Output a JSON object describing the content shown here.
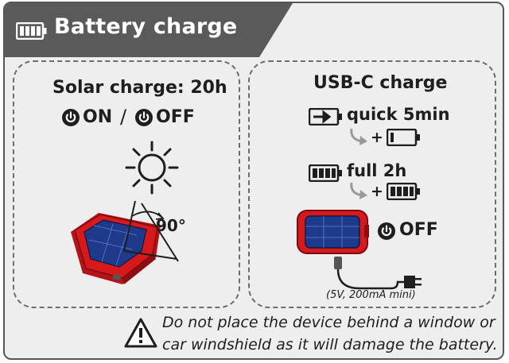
{
  "header": {
    "title": "Battery charge",
    "icon": "battery-icon",
    "colors": {
      "background": "#5a5a5a",
      "text": "#ffffff"
    }
  },
  "solar": {
    "title": "Solar charge: 20h",
    "on_label": "ON",
    "separator": "/",
    "off_label": "OFF",
    "angle_label": "90°"
  },
  "usb": {
    "title": "USB-C charge",
    "quick_label": "quick 5min",
    "full_label": "full 2h",
    "plus": "+",
    "off_label": "OFF",
    "cable_note": "(5V, 200mA mini)"
  },
  "warning": {
    "line1": "Do not place the device behind a window or",
    "line2": "car windshield as it will damage the battery."
  },
  "colors": {
    "device_red": "#d7191c",
    "panel_blue": "#1f3a8a",
    "text": "#1e1e1e",
    "card_bg": "#eeeeee"
  }
}
